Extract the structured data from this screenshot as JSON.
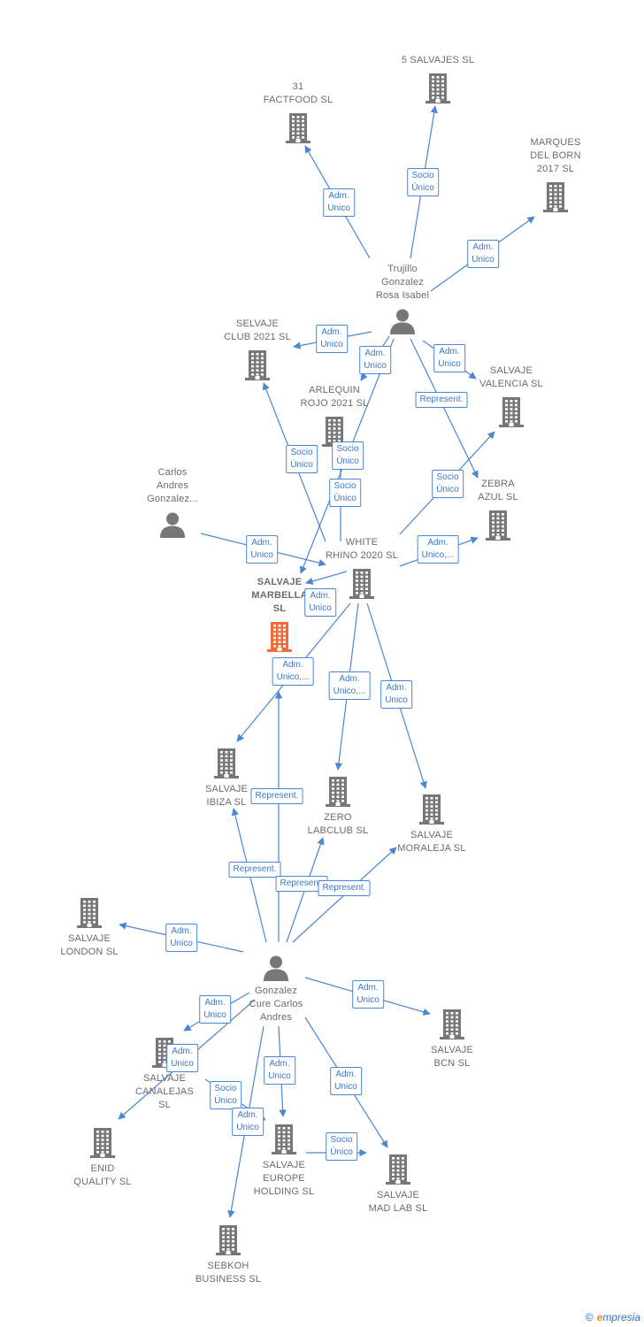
{
  "colors": {
    "edge": "#4a86d1",
    "node_icon": "#777777",
    "focus_icon": "#f26a36",
    "label": "#6b6b6b",
    "edge_label": "#3a78c9"
  },
  "nodes": [
    {
      "id": "5salvajes",
      "type": "company",
      "label": "5 SALVAJES  SL"
    },
    {
      "id": "31factfood",
      "type": "company",
      "label": "31\nFACTFOOD  SL"
    },
    {
      "id": "marques",
      "type": "company",
      "label": "MARQUES\nDEL BORN\n2017  SL"
    },
    {
      "id": "trujillo",
      "type": "person",
      "label": "Trujillo\nGonzalez\nRosa Isabel"
    },
    {
      "id": "selvaje",
      "type": "company",
      "label": "SELVAJE\nCLUB 2021  SL"
    },
    {
      "id": "arlequin",
      "type": "company",
      "label": "ARLEQUIN\nROJO 2021  SL"
    },
    {
      "id": "valencia",
      "type": "company",
      "label": "SALVAJE\nVALENCIA  SL"
    },
    {
      "id": "carlos",
      "type": "person",
      "label": "Carlos\nAndres\nGonzalez..."
    },
    {
      "id": "zebra",
      "type": "company",
      "label": "ZEBRA\nAZUL  SL"
    },
    {
      "id": "white",
      "type": "company",
      "label": "WHITE\nRHINO 2020  SL"
    },
    {
      "id": "marbella",
      "type": "company",
      "label": "SALVAJE\nMARBELLA\nSL",
      "focus": true
    },
    {
      "id": "ibiza",
      "type": "company",
      "label": "SALVAJE\nIBIZA  SL"
    },
    {
      "id": "zero",
      "type": "company",
      "label": "ZERO\nLABCLUB  SL"
    },
    {
      "id": "moraleja",
      "type": "company",
      "label": "SALVAJE\nMORALEJA  SL"
    },
    {
      "id": "london",
      "type": "company",
      "label": "SALVAJE\nLONDON  SL"
    },
    {
      "id": "gonzalez",
      "type": "person",
      "label": "Gonzalez\nCure Carlos\nAndres"
    },
    {
      "id": "bcn",
      "type": "company",
      "label": "SALVAJE\nBCN  SL"
    },
    {
      "id": "canalejas",
      "type": "company",
      "label": "SALVAJE\nCANALEJAS\nSL"
    },
    {
      "id": "enid",
      "type": "company",
      "label": "ENID\nQUALITY  SL"
    },
    {
      "id": "europe",
      "type": "company",
      "label": "SALVAJE\nEUROPE\nHOLDING  SL"
    },
    {
      "id": "madlab",
      "type": "company",
      "label": "SALVAJE\nMAD LAB  SL"
    },
    {
      "id": "sebkoh",
      "type": "company",
      "label": "SEBKOH\nBUSINESS  SL"
    }
  ],
  "edges": [
    {
      "from": "trujillo",
      "to": "31factfood",
      "label": "Adm.\nUnico"
    },
    {
      "from": "trujillo",
      "to": "5salvajes",
      "label": "Socio\nÚnico"
    },
    {
      "from": "trujillo",
      "to": "marques",
      "label": "Adm.\nUnico"
    },
    {
      "from": "trujillo",
      "to": "selvaje",
      "label": "Adm.\nUnico"
    },
    {
      "from": "trujillo",
      "to": "arlequin",
      "label": "Adm.\nUnico"
    },
    {
      "from": "trujillo",
      "to": "valencia",
      "label": "Adm.\nUnico"
    },
    {
      "from": "trujillo",
      "to": "zebra",
      "label": "Represent."
    },
    {
      "from": "trujillo",
      "to": "marbella",
      "label": "Socio\nÚnico"
    },
    {
      "from": "white",
      "to": "selvaje",
      "label": "Socio\nÚnico"
    },
    {
      "from": "white",
      "to": "arlequin",
      "label": "Socio\nÚnico"
    },
    {
      "from": "white",
      "to": "valencia",
      "label": "Socio\nÚnico"
    },
    {
      "from": "white",
      "to": "zebra",
      "label": "Adm.\nUnico,..."
    },
    {
      "from": "carlos",
      "to": "white",
      "label": "Adm.\nUnico"
    },
    {
      "from": "white",
      "to": "marbella",
      "label": "Adm.\nUnico"
    },
    {
      "from": "white",
      "to": "ibiza",
      "label": "Adm.\nUnico,..."
    },
    {
      "from": "white",
      "to": "zero",
      "label": "Adm.\nUnico,..."
    },
    {
      "from": "white",
      "to": "moraleja",
      "label": "Adm.\nUnico"
    },
    {
      "from": "gonzalez",
      "to": "ibiza",
      "label": "Represent."
    },
    {
      "from": "gonzalez",
      "to": "white",
      "label": "Represent."
    },
    {
      "from": "gonzalez",
      "to": "zero",
      "label": "Represent."
    },
    {
      "from": "gonzalez",
      "to": "moraleja",
      "label": "Represent."
    },
    {
      "from": "gonzalez",
      "to": "london",
      "label": "Adm.\nUnico"
    },
    {
      "from": "gonzalez",
      "to": "bcn",
      "label": "Adm.\nUnico"
    },
    {
      "from": "gonzalez",
      "to": "canalejas",
      "label": "Adm.\nUnico"
    },
    {
      "from": "gonzalez",
      "to": "enid",
      "label": "Adm.\nUnico"
    },
    {
      "from": "gonzalez",
      "to": "europe",
      "label": "Adm.\nUnico"
    },
    {
      "from": "gonzalez",
      "to": "madlab",
      "label": "Adm.\nUnico"
    },
    {
      "from": "canalejas",
      "to": "europe",
      "label": "Socio\nÚnico"
    },
    {
      "from": "gonzalez",
      "to": "sebkoh",
      "label": "Adm.\nUnico"
    },
    {
      "from": "europe",
      "to": "madlab",
      "label": "Socio\nÚnico"
    }
  ],
  "brand": {
    "copyright": "©",
    "first_letter": "e",
    "rest": "mpresia"
  }
}
